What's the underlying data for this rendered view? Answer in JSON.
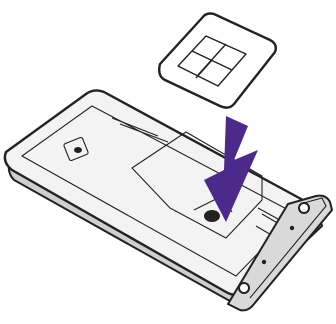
{
  "diagram": {
    "kind": "sim-card-insertion",
    "objects": [
      {
        "id": "sim-card",
        "icon": "sim-card-icon"
      },
      {
        "id": "insert-arrow",
        "icon": "arrow-down-icon",
        "direction": "down"
      },
      {
        "id": "sim-tray",
        "icon": "sim-tray-icon"
      }
    ],
    "colors": {
      "outline": "#222222",
      "card_fill": "#ffffff",
      "tray_fill": "#f3f3f3",
      "tray_shadow": "#cfcfcf",
      "bracket_fill": "#d9d9d9",
      "arrow": "#4b2a8c"
    }
  }
}
